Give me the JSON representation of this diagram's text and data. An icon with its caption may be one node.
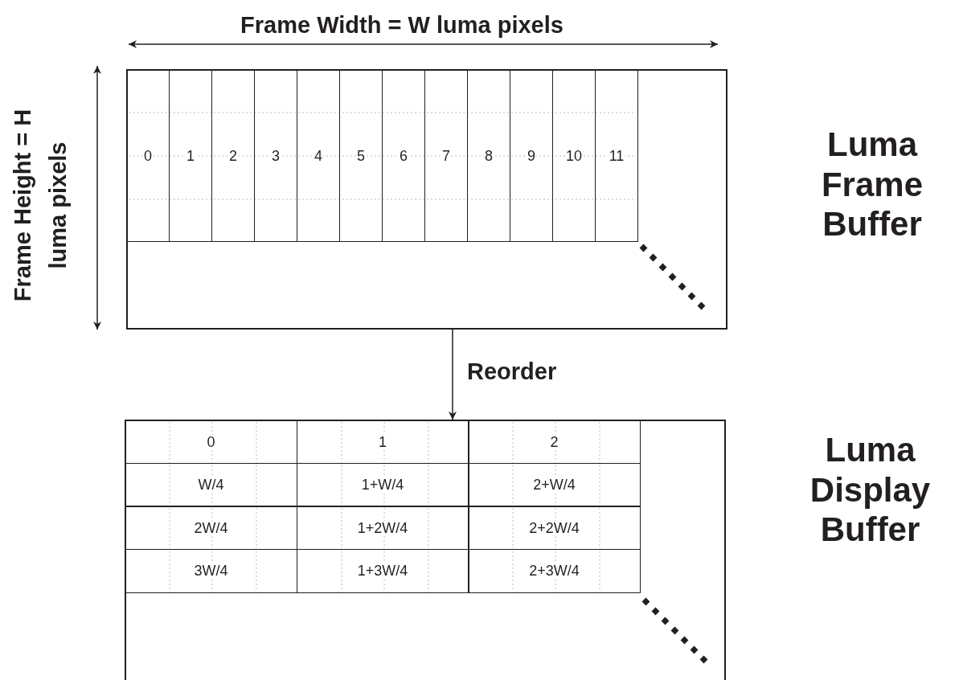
{
  "diagram": {
    "nodes": [
      {
        "text": [],
        "shape": "box",
        "beside": [
          "Luma Frame Buffer"
        ]
      },
      {
        "text": [
          "0"
        ],
        "in": 0
      },
      {
        "text": [
          "1"
        ],
        "in": 0
      },
      {
        "text": [
          "2"
        ],
        "in": 0
      },
      {
        "text": [
          "3"
        ],
        "in": 0
      },
      {
        "text": [
          "4"
        ],
        "in": 0
      },
      {
        "text": [
          "5"
        ],
        "in": 0
      },
      {
        "text": [
          "6"
        ],
        "in": 0
      },
      {
        "text": [
          "7"
        ],
        "in": 0
      },
      {
        "text": [
          "8"
        ],
        "in": 0
      },
      {
        "text": [
          "9"
        ],
        "in": 0
      },
      {
        "text": [
          "10"
        ],
        "in": 0
      },
      {
        "text": [
          "11"
        ],
        "in": 0
      },
      {
        "text": [],
        "shape": "box",
        "beside": [
          "Luma Display Buffer"
        ]
      },
      {
        "text": [
          "0"
        ],
        "in": 13
      },
      {
        "text": [
          "1"
        ],
        "in": 13
      },
      {
        "text": [
          "2"
        ],
        "in": 13
      },
      {
        "text": [
          "W/4"
        ],
        "in": 13
      },
      {
        "text": [
          "1+W/4"
        ],
        "in": 13
      },
      {
        "text": [
          "2+W/4"
        ],
        "in": 13
      },
      {
        "text": [
          "2W/4"
        ],
        "in": 13
      },
      {
        "text": [
          "1+2W/4"
        ],
        "in": 13
      },
      {
        "text": [
          "2+2W/4"
        ],
        "in": 13
      },
      {
        "text": [
          "3W/4"
        ],
        "in": 13
      },
      {
        "text": [
          "1+3W/4"
        ],
        "in": 13
      },
      {
        "text": [
          "2+3W/4"
        ],
        "in": 13
      }
    ],
    "edges": [
      {
        "from": 0,
        "to": 13,
        "arrow": "to",
        "label": "Reorder"
      }
    ],
    "labels": [
      "Frame Width = W luma pixels",
      "Frame Height = H luma pixels"
    ]
  }
}
